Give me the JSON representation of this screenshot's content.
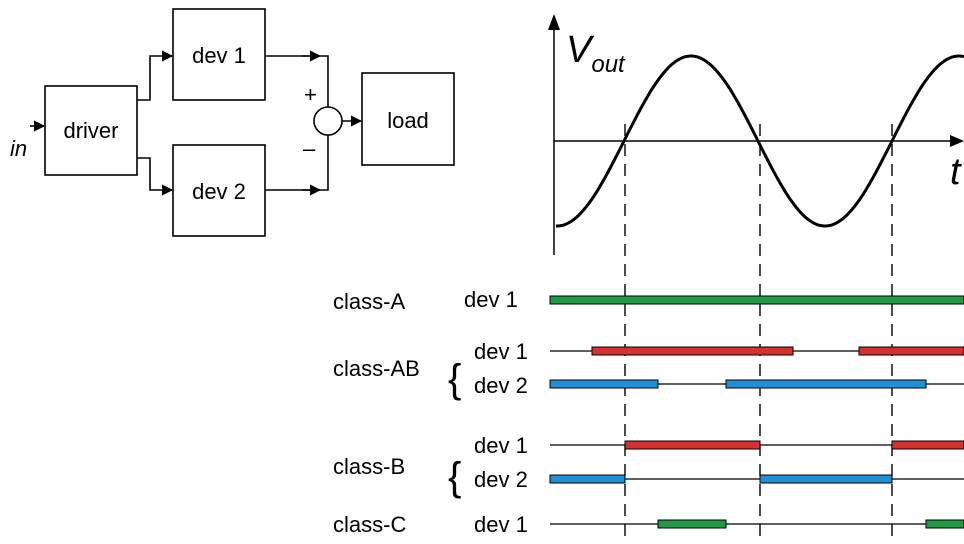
{
  "block_diagram": {
    "input_label": "in",
    "driver_label": "driver",
    "dev1_label": "dev 1",
    "dev2_label": "dev 2",
    "load_label": "load",
    "plus_sign": "+",
    "minus_sign": "–"
  },
  "waveform": {
    "y_label_main": "V",
    "y_label_sub": "out",
    "x_label": "t"
  },
  "conduction_rows": [
    {
      "class": "class-A",
      "device": "dev 1"
    },
    {
      "class": "class-AB",
      "device": "dev 1"
    },
    {
      "device": "dev 2"
    },
    {
      "class": "class-B",
      "device": "dev 1"
    },
    {
      "device": "dev 2"
    },
    {
      "class": "class-C",
      "device": "dev 1"
    }
  ],
  "colors": {
    "class_A_dev1": "#1e9a47",
    "dev1_ab_b": "#d6302f",
    "dev2": "#1f8fd6",
    "class_C_dev1": "#1e9a47"
  }
}
